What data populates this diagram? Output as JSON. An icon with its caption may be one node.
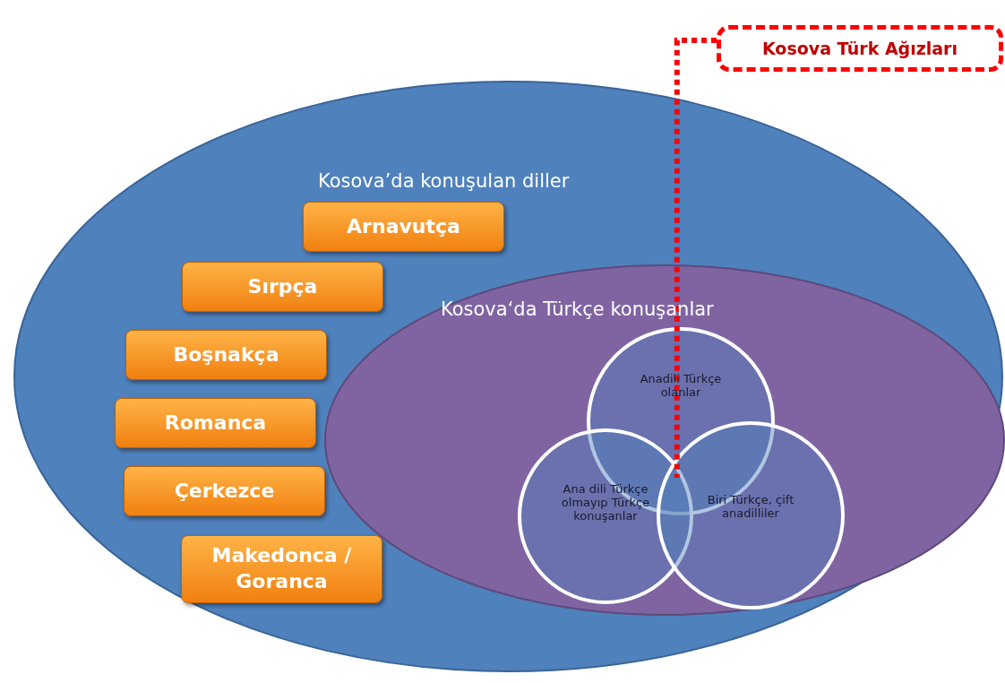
{
  "diagram": {
    "nodes": [
      {
        "text": [
          "Kosova’da konuşulan diller"
        ]
      },
      {
        "text": [
          "Arnavutça"
        ],
        "in": 0
      },
      {
        "text": [
          "Sırpça"
        ],
        "in": 0
      },
      {
        "text": [
          "Boşnakça"
        ],
        "in": 0
      },
      {
        "text": [
          "Romanca"
        ],
        "in": 0
      },
      {
        "text": [
          "Çerkezce"
        ],
        "in": 0
      },
      {
        "text": [
          "Makedonca / Goranca"
        ],
        "in": 0
      },
      {
        "text": [
          "Kosova‘da Türkçe konuşanlar"
        ],
        "in": 0
      },
      {
        "text": [
          "Anadili Türkçe olanlar"
        ],
        "in": 7
      },
      {
        "text": [
          "Ana dili Türkçe olmayıp Türkçe konuşanlar"
        ],
        "in": 7
      },
      {
        "text": [
          "Biri Türkçe, çift anadilliler"
        ],
        "in": 7
      },
      {
        "text": [
          "Kosova Türk Ağızları"
        ]
      }
    ],
    "edges": [
      {
        "from": 11,
        "to": 8,
        "arrow": "none",
        "style": "dashed",
        "color": "#ff0000"
      }
    ]
  }
}
